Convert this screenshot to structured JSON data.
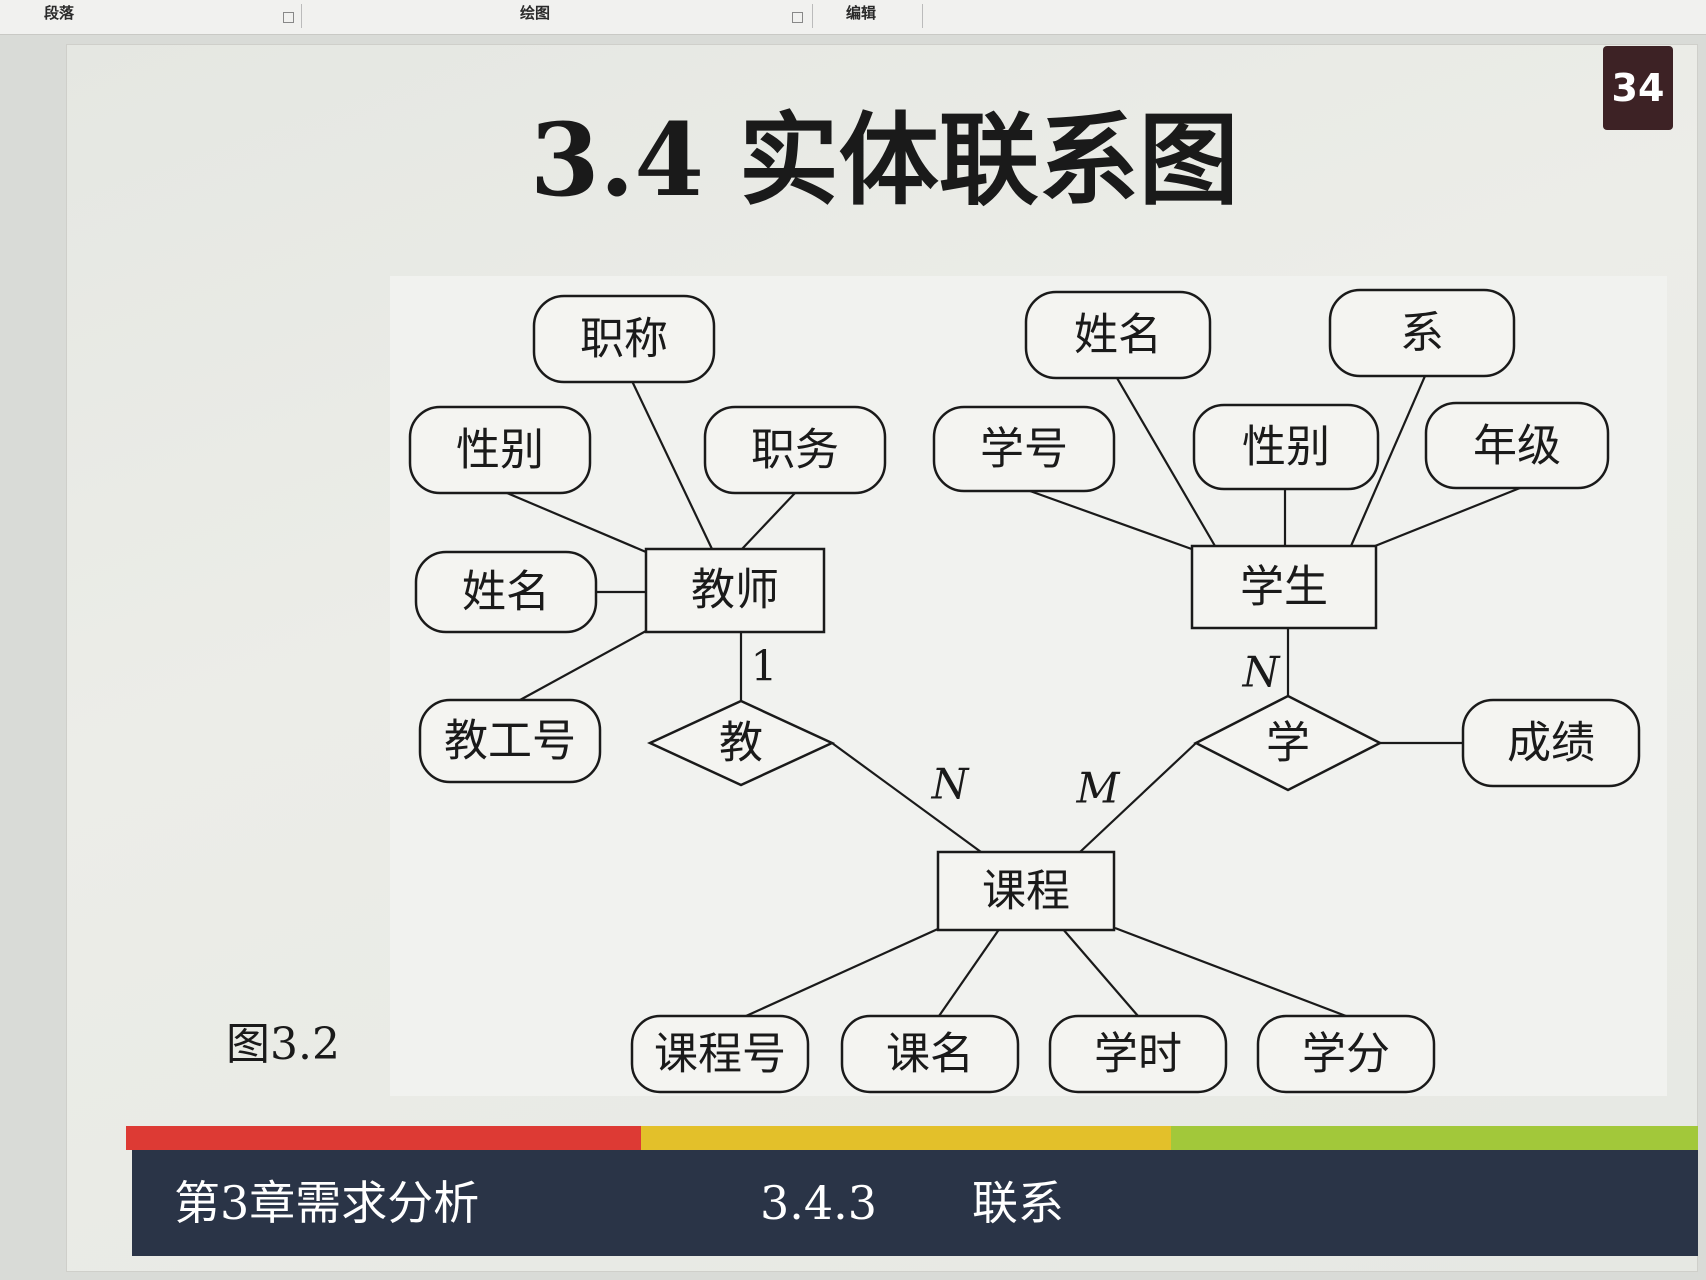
{
  "ribbon": {
    "groups": [
      "段落",
      "绘图",
      "编辑"
    ]
  },
  "slide": {
    "number": "34",
    "title": "3.4 实体联系图",
    "caption": "图3.2"
  },
  "diagram": {
    "entities": [
      {
        "id": "teacher",
        "label": "教师"
      },
      {
        "id": "student",
        "label": "学生"
      },
      {
        "id": "course",
        "label": "课程"
      }
    ],
    "relationships": [
      {
        "id": "teach",
        "label": "教"
      },
      {
        "id": "study",
        "label": "学"
      }
    ],
    "attributes": [
      {
        "id": "t-title",
        "label": "职称",
        "of": "teacher"
      },
      {
        "id": "t-gender",
        "label": "性别",
        "of": "teacher"
      },
      {
        "id": "t-post",
        "label": "职务",
        "of": "teacher"
      },
      {
        "id": "t-name",
        "label": "姓名",
        "of": "teacher"
      },
      {
        "id": "t-id",
        "label": "教工号",
        "of": "teacher"
      },
      {
        "id": "s-name",
        "label": "姓名",
        "of": "student"
      },
      {
        "id": "s-dept",
        "label": "系",
        "of": "student"
      },
      {
        "id": "s-id",
        "label": "学号",
        "of": "student"
      },
      {
        "id": "s-gender",
        "label": "性别",
        "of": "student"
      },
      {
        "id": "s-grade",
        "label": "年级",
        "of": "student"
      },
      {
        "id": "r-score",
        "label": "成绩",
        "of": "study"
      },
      {
        "id": "c-id",
        "label": "课程号",
        "of": "course"
      },
      {
        "id": "c-name",
        "label": "课名",
        "of": "course"
      },
      {
        "id": "c-hours",
        "label": "学时",
        "of": "course"
      },
      {
        "id": "c-credit",
        "label": "学分",
        "of": "course"
      }
    ],
    "cardinalities": {
      "teacher_teach": "1",
      "teach_course": "N",
      "student_study": "N",
      "study_course": "M"
    }
  },
  "footer": {
    "chapter": "第3章需求分析",
    "section_number": "3.4.3",
    "section_title": "联系",
    "bar_colors": [
      "#dd3a34",
      "#e3c02a",
      "#a2c83a"
    ],
    "background": "#2a3447"
  }
}
